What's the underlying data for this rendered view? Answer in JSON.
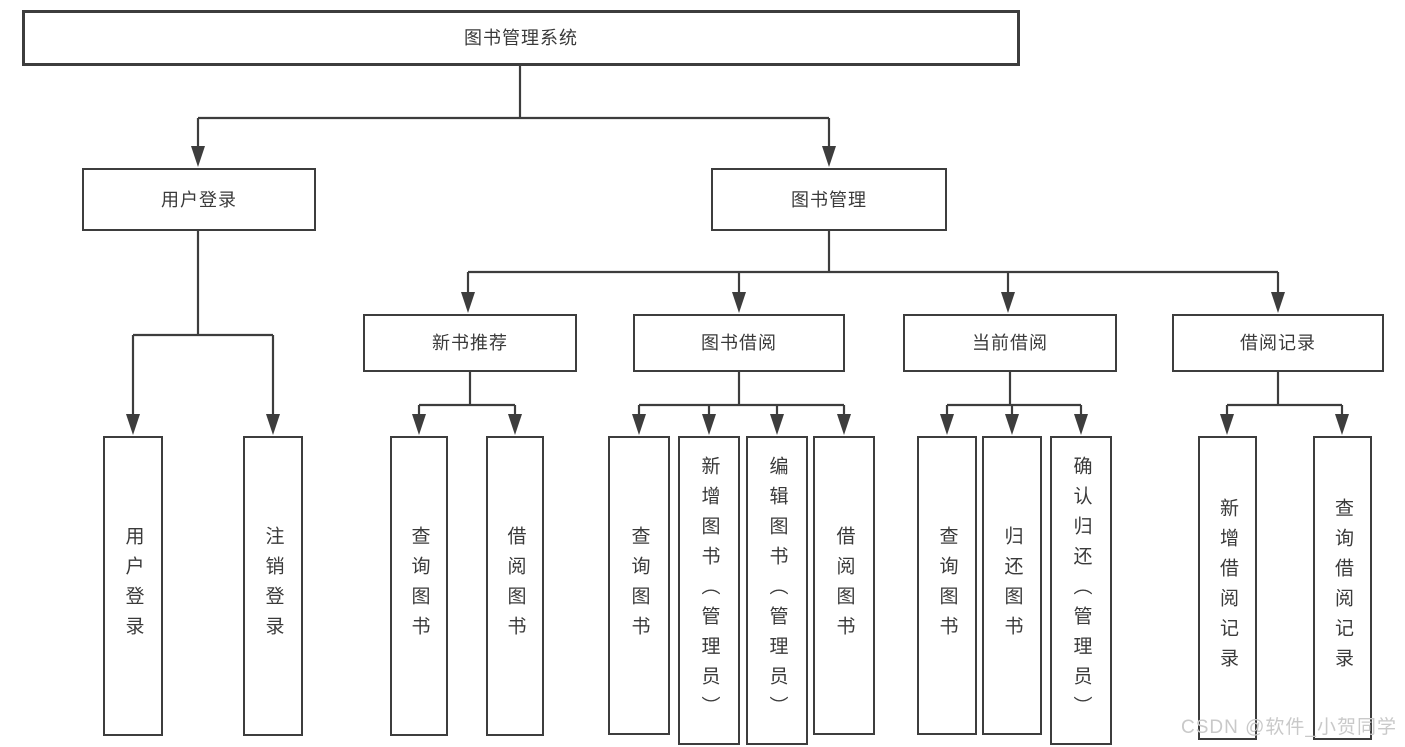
{
  "tree": {
    "label": "图书管理系统",
    "children": [
      {
        "label": "用户登录",
        "children": [
          {
            "label": "用户登录"
          },
          {
            "label": "注销登录"
          }
        ]
      },
      {
        "label": "图书管理",
        "children": [
          {
            "label": "新书推荐",
            "children": [
              {
                "label": "查询图书"
              },
              {
                "label": "借阅图书"
              }
            ]
          },
          {
            "label": "图书借阅",
            "children": [
              {
                "label": "查询图书"
              },
              {
                "label": "新增图书（管理员）"
              },
              {
                "label": "编辑图书（管理员）"
              },
              {
                "label": "借阅图书"
              }
            ]
          },
          {
            "label": "当前借阅",
            "children": [
              {
                "label": "查询图书"
              },
              {
                "label": "归还图书"
              },
              {
                "label": "确认归还（管理员）"
              }
            ]
          },
          {
            "label": "借阅记录",
            "children": [
              {
                "label": "新增借阅记录"
              },
              {
                "label": "查询借阅记录"
              }
            ]
          }
        ]
      }
    ]
  },
  "watermark": "CSDN @软件_小贺同学",
  "colors": {
    "line": "#3d3d3d",
    "box_border": "#3d3d3d",
    "text": "#3a3a3a",
    "watermark": "#c9c9c9",
    "background": "#ffffff"
  }
}
